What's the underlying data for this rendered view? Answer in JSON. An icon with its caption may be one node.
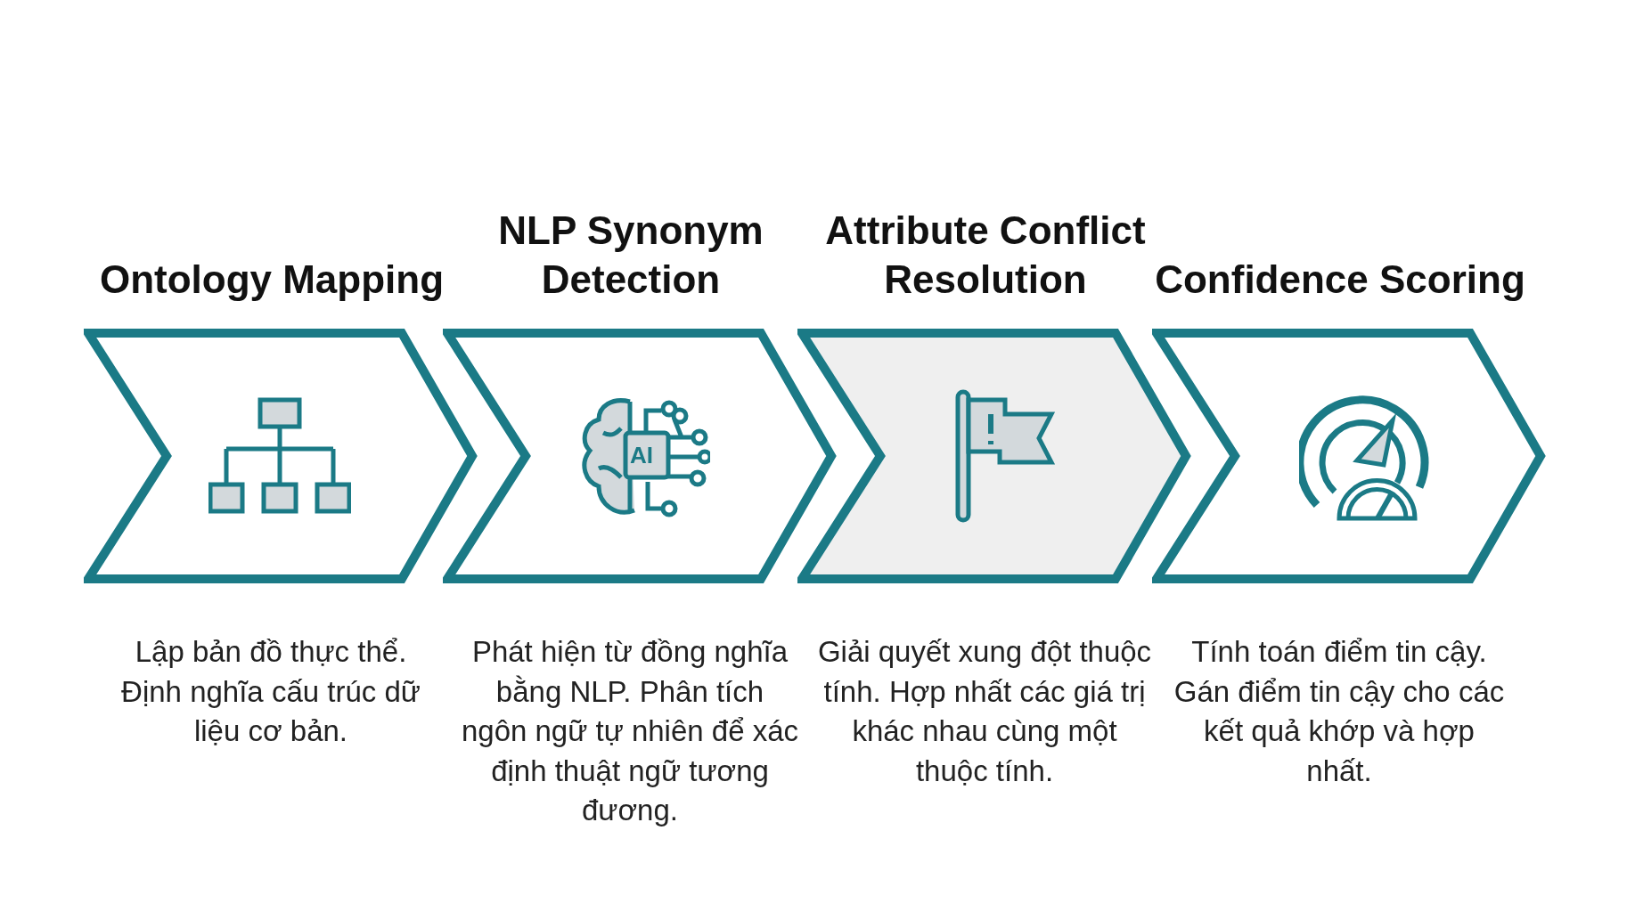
{
  "diagram": {
    "nodes": [
      {
        "text": [
          "Ontology Mapping"
        ],
        "beside": [
          "Lập bản đồ thực thể. Định nghĩa cấu trúc dữ liệu cơ bản."
        ]
      },
      {
        "text": [
          "NLP Synonym Detection"
        ],
        "beside": [
          "Phát hiện từ đồng nghĩa bằng NLP. Phân tích ngôn ngữ tự nhiên để xác định thuật ngữ tương đương."
        ]
      },
      {
        "text": [
          "Attribute Conflict Resolution"
        ],
        "beside": [
          "Giải quyết xung đột thuộc tính. Hợp nhất các giá trị khác nhau cùng một thuộc tính."
        ]
      },
      {
        "text": [
          "Confidence Scoring"
        ],
        "beside": [
          "Tính toán điểm tin cậy. Gán điểm tin cậy cho các kết quả khớp và hợp nhất."
        ]
      }
    ],
    "edges": [],
    "labels": [
      "AI"
    ]
  }
}
